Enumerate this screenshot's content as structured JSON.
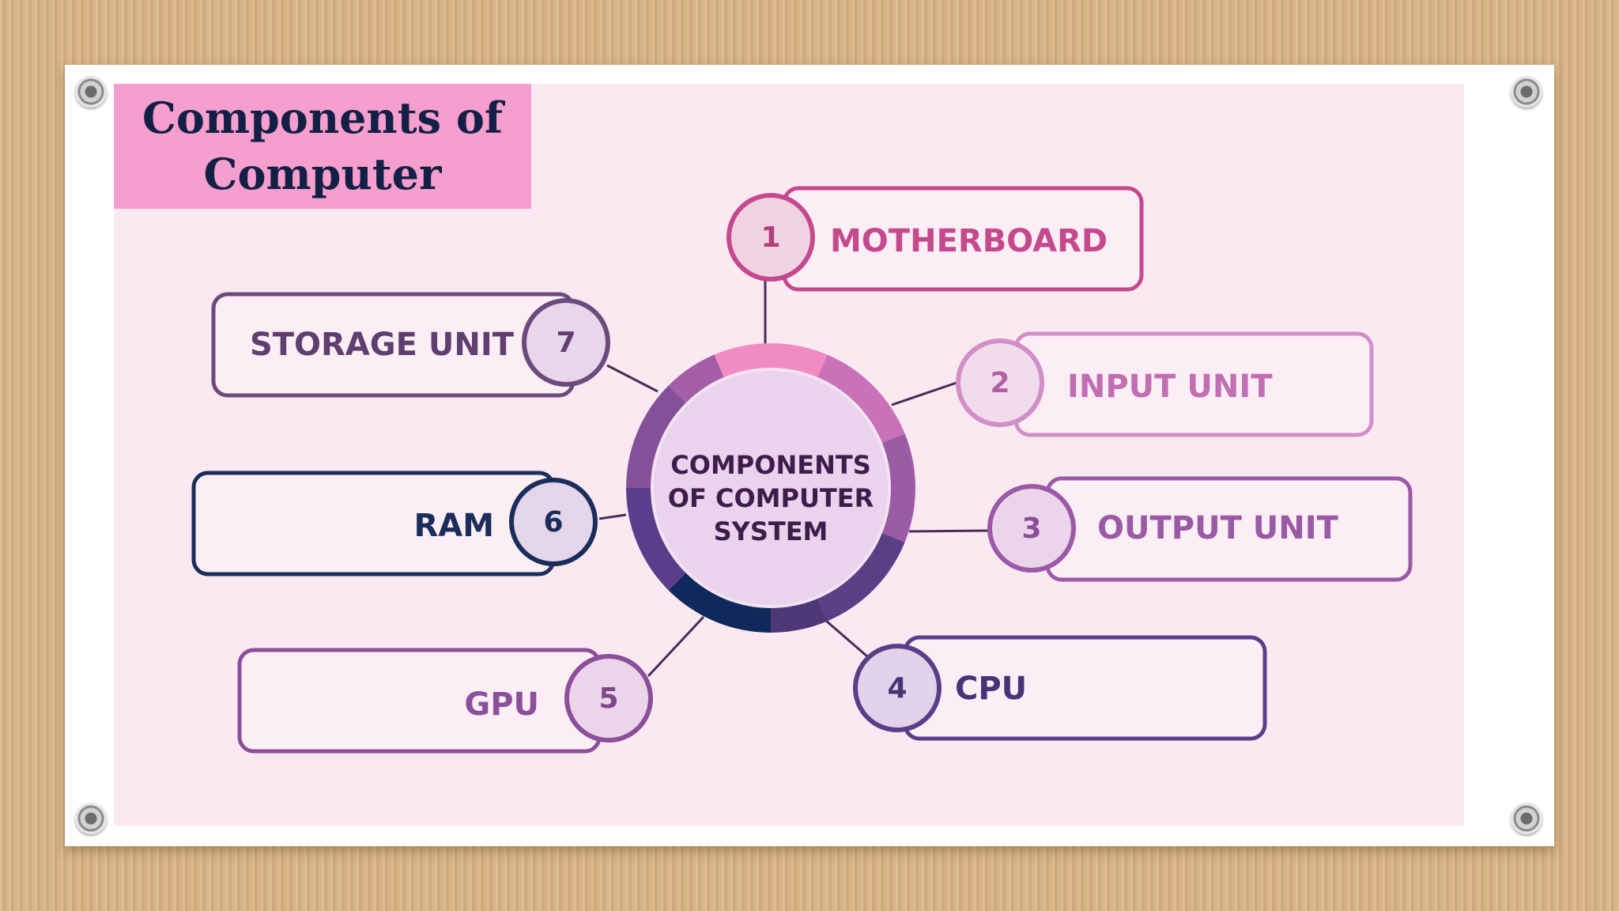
{
  "title": "Components of\nComputer",
  "center": {
    "lines": [
      "COMPONENTS",
      "OF COMPUTER",
      "SYSTEM"
    ]
  },
  "components": [
    {
      "number": "1",
      "label": "MOTHERBOARD",
      "color": "#c54a8d"
    },
    {
      "number": "2",
      "label": "INPUT UNIT",
      "color": "#c16eb2"
    },
    {
      "number": "3",
      "label": "OUTPUT UNIT",
      "color": "#9a5aa6"
    },
    {
      "number": "4",
      "label": "CPU",
      "color": "#5a3f88"
    },
    {
      "number": "5",
      "label": "GPU",
      "color": "#8c4f9a"
    },
    {
      "number": "6",
      "label": "RAM",
      "color": "#1b2d5a"
    },
    {
      "number": "7",
      "label": "STORAGE UNIT",
      "color": "#6b4a7c"
    }
  ]
}
